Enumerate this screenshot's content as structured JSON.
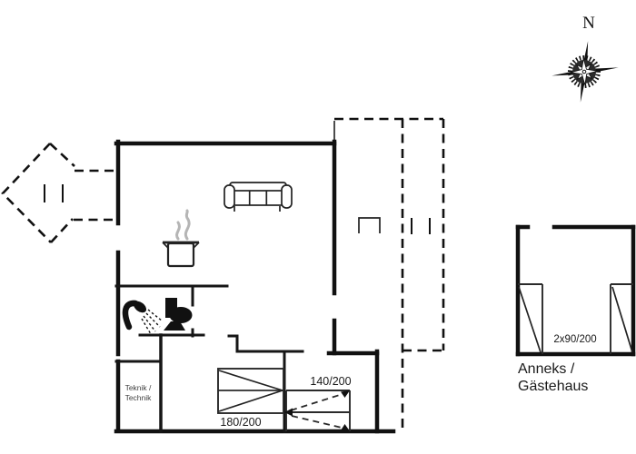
{
  "compass": {
    "north_label": "N"
  },
  "main_house": {
    "teknik_room": {
      "label_line1": "Teknik /",
      "label_line2": "Technik"
    },
    "bedroom_1": {
      "bed_size_label": "180/200"
    },
    "bedroom_2": {
      "bed_size_label": "140/200"
    }
  },
  "annex": {
    "name_line1": "Anneks /",
    "name_line2": "Gästehaus",
    "bed_size_label": "2x90/200"
  },
  "icons": {
    "compass": "compass-rose-icon",
    "sofa": "sofa-icon",
    "cooking_pot": "cooking-pot-icon",
    "steam": "steam-icon",
    "shower": "shower-icon",
    "toilet": "toilet-icon",
    "double_bed": "double-bed-icon",
    "pullout_bed": "pullout-bed-icon",
    "single_beds": "single-bed-icon",
    "terrace_table": "terrace-table-icon"
  },
  "colors": {
    "background": "#ffffff",
    "walls": "#111111",
    "steam_gray": "#b5b5b5",
    "text": "#1a1a1a",
    "muted_text": "#3f3f3f"
  }
}
